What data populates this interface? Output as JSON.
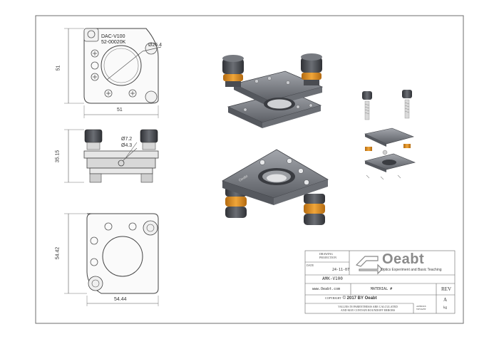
{
  "views": {
    "front": {
      "part_label_1": "DAC-V100",
      "part_label_2": "52-00020K",
      "dim_diameter": "Ø25.4",
      "dim_height": "51",
      "dim_width": "51"
    },
    "side": {
      "dim_diameter_a": "Ø7.2",
      "dim_diameter_b": "Ø4.3",
      "dim_height": "35.15"
    },
    "bottom": {
      "dim_height": "54.42",
      "dim_width": "54.44"
    }
  },
  "title_block": {
    "drawing_projection_label": "DRAWING PROJECTION",
    "date_label": "DATE",
    "date_value": "24-11-07",
    "logo_text": "Oeabt",
    "tagline": "Optics Experiment and Basic Teaching",
    "model": "AMK-V100",
    "website": "www.Oeabt.com",
    "material_label": "MATERIAL #",
    "rev_label": "REV",
    "rev_value": "A",
    "copyright_prefix": "COPYRIGHT",
    "copyright_main": "2017 BY Oeabt",
    "note_line_1": "VALUES IN PARENTHESIS ARE CALCULATED",
    "note_line_2": "AND MAY CONTAIN ROUNDOFF ERRORS",
    "approx_label_1": "APPROX",
    "approx_label_2": "WEIGHT",
    "weight_unit": "kg"
  },
  "colors": {
    "metal_dark": "#5f6166",
    "metal_mid": "#7d8086",
    "metal_light": "#9fa2a8",
    "knob_dark": "#3b3d42",
    "orange_ring": "#d98a1f",
    "line": "#333333",
    "dim_line": "#555555"
  }
}
